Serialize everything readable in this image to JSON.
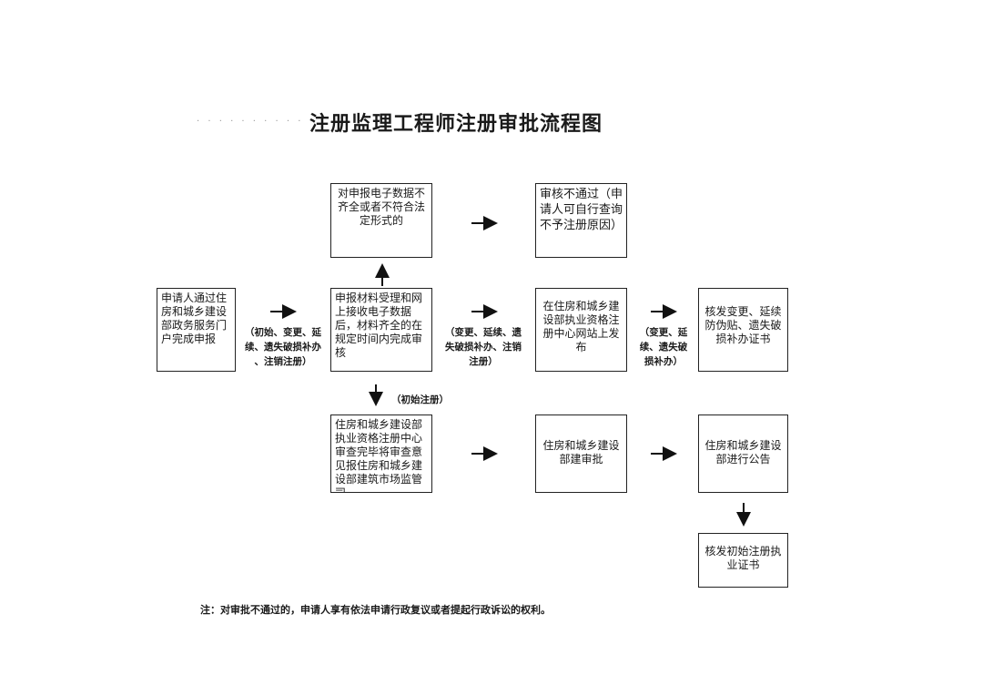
{
  "title": "注册监理工程师注册审批流程图",
  "title_dots": "· · · · · · · · · ·",
  "boxes": {
    "applicant": "申请人通过住房和城乡建设部政务服务门户完成申报",
    "reject_check": "对申报电子数据不齐全或者不符合法定形式的",
    "accept": "申报材料受理和网上接收电子数据后，材料齐全的在规定时间内完成审核",
    "not_passed": "审核不通过（申请人可自行查询不予注册原因）",
    "publish_site": "在住房和城乡建设部执业资格注册中心网站上发布",
    "certificate_change": "核发变更、延续防伪贴、遗失破损补办证书",
    "center_review": "住房和城乡建设部执业资格注册中心审查完毕将审查意见报住房和城乡建设部建筑市场监管司",
    "ministry_approval": "住房和城乡建设部建审批",
    "announce": "住房和城乡建设部进行公告",
    "certificate_initial": "核发初始注册执业证书"
  },
  "labels": {
    "l1": "（初始、变更、延续、遗失破损补办、注销注册）",
    "l1_lines": [
      "（初始、变更、延",
      "续、遗失破损补办",
      "、注销注册）"
    ],
    "l2_lines": [
      "（变更、延续、遗",
      "失破损补办、注销",
      "注册）"
    ],
    "l3_lines": [
      "（变更、延",
      "续、遗失破",
      "损补办）"
    ],
    "l4": "（初始注册）"
  },
  "note": "注：对审批不通过的，申请人享有依法申请行政复议或者提起行政诉讼的权利。",
  "icons": [
    "arrow-right-icon",
    "arrow-up-icon",
    "arrow-down-icon"
  ]
}
